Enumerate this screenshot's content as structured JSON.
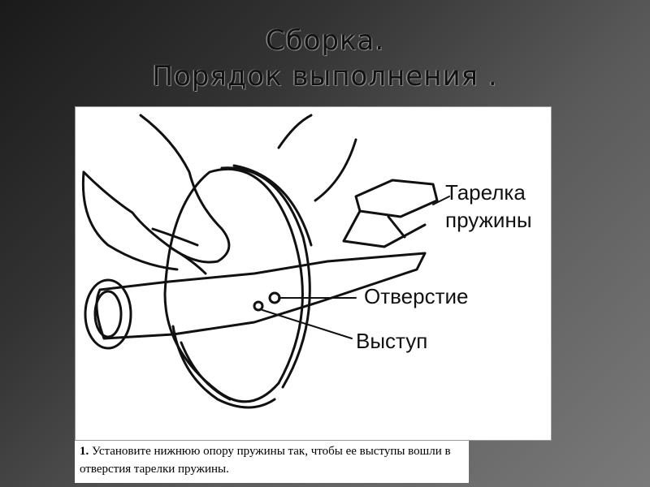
{
  "slide": {
    "title_line1": "Сборка.",
    "title_line2": "Порядок выполнения ."
  },
  "figure": {
    "callouts": {
      "spring_plate": "Тарелка пружины",
      "hole": "Отверстие",
      "protrusion": "Выступ"
    }
  },
  "caption": {
    "step_number": "1.",
    "text": " Установите нижнюю опору пружины так, чтобы ее выступы вошли в отверстия тарелки пружины."
  }
}
